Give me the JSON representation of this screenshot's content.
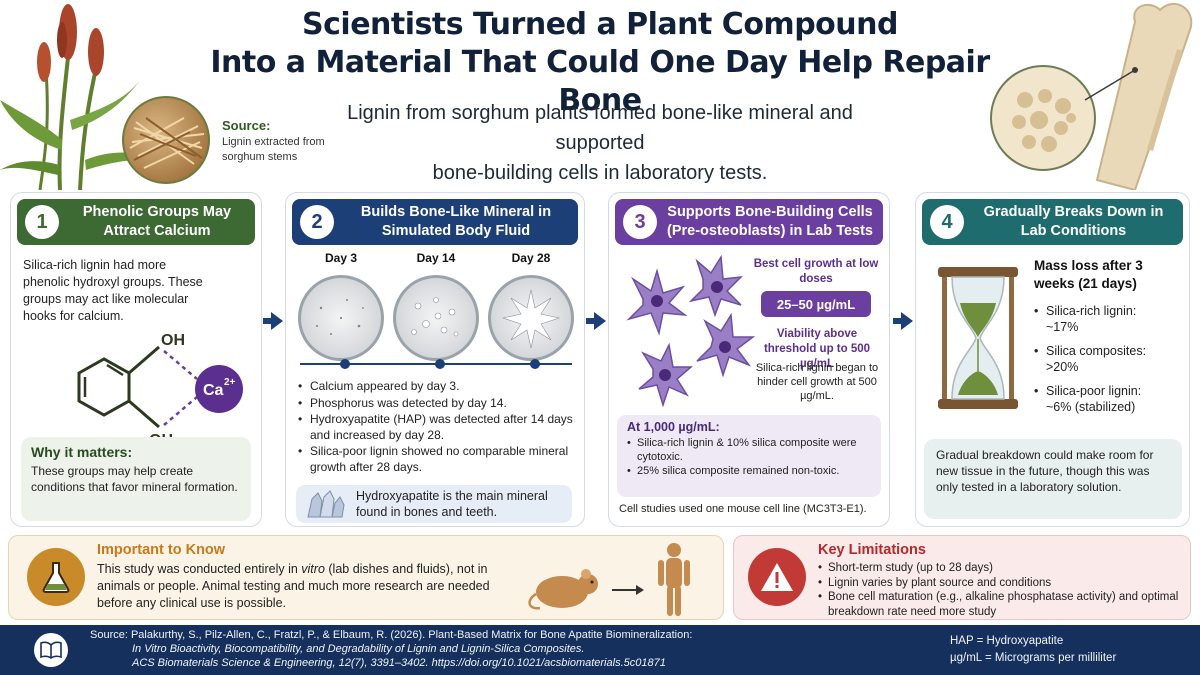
{
  "header": {
    "title_line1": "Scientists Turned a Plant Compound",
    "title_line2": "Into a Material That Could One Day Help Repair Bone",
    "subtitle_line1": "Lignin from sorghum plants formed bone-like mineral and supported",
    "subtitle_line2": "bone-building cells in laboratory tests."
  },
  "source": {
    "label": "Source:",
    "text": "Lignin extracted from sorghum stems"
  },
  "panel1": {
    "number": "1",
    "title": "Phenolic Groups May Attract Calcium",
    "text": "Silica-rich lignin had more phenolic hydroxyl groups. These groups may act like molecular hooks for calcium.",
    "oh_top": "OH",
    "oh_bottom": "OH",
    "ca": "Ca",
    "ca_sup": "2+",
    "why_title": "Why it matters:",
    "why_text": "These groups may help create conditions that favor mineral formation."
  },
  "panel2": {
    "number": "2",
    "title": "Builds Bone-Like Mineral in Simulated Body Fluid",
    "days": [
      "Day 3",
      "Day 14",
      "Day 28"
    ],
    "bullets": [
      "Calcium appeared by day 3.",
      "Phosphorus was detected by day 14.",
      "Hydroxyapatite (HAP) was detected after 14 days and increased by day 28.",
      "Silica-poor lignin showed no comparable mineral growth after 28 days."
    ],
    "hap_note": "Hydroxyapatite is the main mineral found in bones and teeth."
  },
  "panel3": {
    "number": "3",
    "title": "Supports Bone-Building Cells (Pre-osteoblasts) in Lab Tests",
    "best_growth": "Best cell growth at low doses",
    "dose_range": "25–50 µg/mL",
    "viability": "Viability above threshold up to 500 µg/mL",
    "hinder": "Silica-rich lignin began to hinder cell growth at 500 µg/mL.",
    "thousand_title": "At 1,000 µg/mL:",
    "thousand_bullets": [
      "Silica-rich lignin & 10% silica composite were cytotoxic.",
      "25% silica composite remained non-toxic."
    ],
    "cell_line": "Cell studies used one mouse cell line (MC3T3-E1)."
  },
  "panel4": {
    "number": "4",
    "title": "Gradually Breaks Down in Lab Conditions",
    "mass_title": "Mass loss after 3 weeks (21 days)",
    "items": [
      {
        "label": "Silica-rich lignin:",
        "value": "~17%"
      },
      {
        "label": "Silica composites:",
        "value": ">20%"
      },
      {
        "label": "Silica-poor lignin:",
        "value": "~6% (stabilized)"
      }
    ],
    "gradual_text": "Gradual breakdown could make room for new tissue in the future, though this was only tested in a laboratory solution."
  },
  "important": {
    "title": "Important to Know",
    "text_a": "This study was conducted entirely in ",
    "text_em": "vitro",
    "text_b": " (lab dishes and fluids), not in animals or people. Animal testing and much more research are needed before any clinical use is possible."
  },
  "limitations": {
    "title": "Key Limitations",
    "bullets": [
      "Short-term study (up to 28 days)",
      "Lignin varies by plant source and conditions",
      "Bone cell maturation (e.g., alkaline phosphatase activity) and optimal breakdown rate need more study"
    ]
  },
  "footer": {
    "citation_line1": "Source:  Palakurthy, S., Pilz-Allen, C., Fratzl, P., & Elbaum, R. (2026). Plant-Based Matrix for Bone Apatite Biomineralization:",
    "citation_line2": "In Vitro Bioactivity, Biocompatibility, and Degradability of Lignin and Lignin-Silica Composites.",
    "citation_line3": "ACS Biomaterials Science & Engineering, 12(7), 3391–3402. https://doi.org/10.1021/acsbiomaterials.5c01871",
    "abbr1": "HAP = Hydroxyapatite",
    "abbr2": "µg/mL = Micrograms per milliliter"
  },
  "colors": {
    "green": "#3d6a33",
    "navy": "#1c3f78",
    "purple": "#6b3fa0",
    "teal": "#1f6c6e",
    "orange": "#c77a1a",
    "red": "#c23a35",
    "footer": "#16305e"
  },
  "icons": [
    "sorghum-plant-icon",
    "lignin-fiber-icon",
    "bone-icon",
    "molecule-icon",
    "petri-dish-icon",
    "cell-icon",
    "hourglass-icon",
    "flask-icon",
    "mouse-icon",
    "human-icon",
    "warning-icon",
    "book-icon"
  ]
}
